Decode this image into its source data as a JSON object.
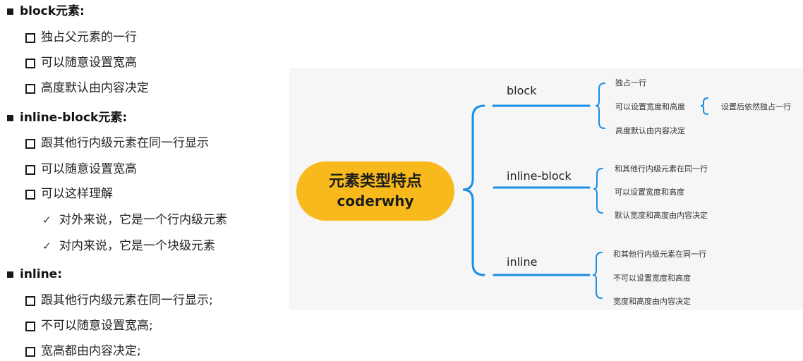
{
  "outline": [
    {
      "text": "block元素:",
      "children": [
        {
          "text": "独占父元素的一行"
        },
        {
          "text": "可以随意设置宽高"
        },
        {
          "text": "高度默认由内容决定"
        }
      ]
    },
    {
      "text": "inline-block元素:",
      "children": [
        {
          "text": "跟其他行内级元素在同一行显示"
        },
        {
          "text": "可以随意设置宽高"
        },
        {
          "text": "可以这样理解",
          "children": [
            {
              "text": "对外来说，它是一个行内级元素"
            },
            {
              "text": "对内来说，它是一个块级元素"
            }
          ]
        }
      ]
    },
    {
      "text": "inline:",
      "children": [
        {
          "text": "跟其他行内级元素在同一行显示;"
        },
        {
          "text": "不可以随意设置宽高;"
        },
        {
          "text": "宽高都由内容决定;"
        }
      ]
    }
  ],
  "mindmap": {
    "center_title": "元素类型特点",
    "center_subtitle": "coderwhy",
    "branches": [
      {
        "label": "block",
        "leaves": [
          "独占一行",
          "可以设置宽度和高度",
          "高度默认由内容决定"
        ],
        "sub_note": "设置后依然独占一行"
      },
      {
        "label": "inline-block",
        "leaves": [
          "和其他行内级元素在同一行",
          "可以设置宽度和高度",
          "默认宽度和高度由内容决定"
        ]
      },
      {
        "label": "inline",
        "leaves": [
          "和其他行内级元素在同一行",
          "不可以设置宽度和高度",
          "宽度和高度由内容决定"
        ]
      }
    ],
    "colors": {
      "accent": "#1a8ee6",
      "center_fill": "#f8b91d",
      "background": "#f6f6f6"
    }
  }
}
